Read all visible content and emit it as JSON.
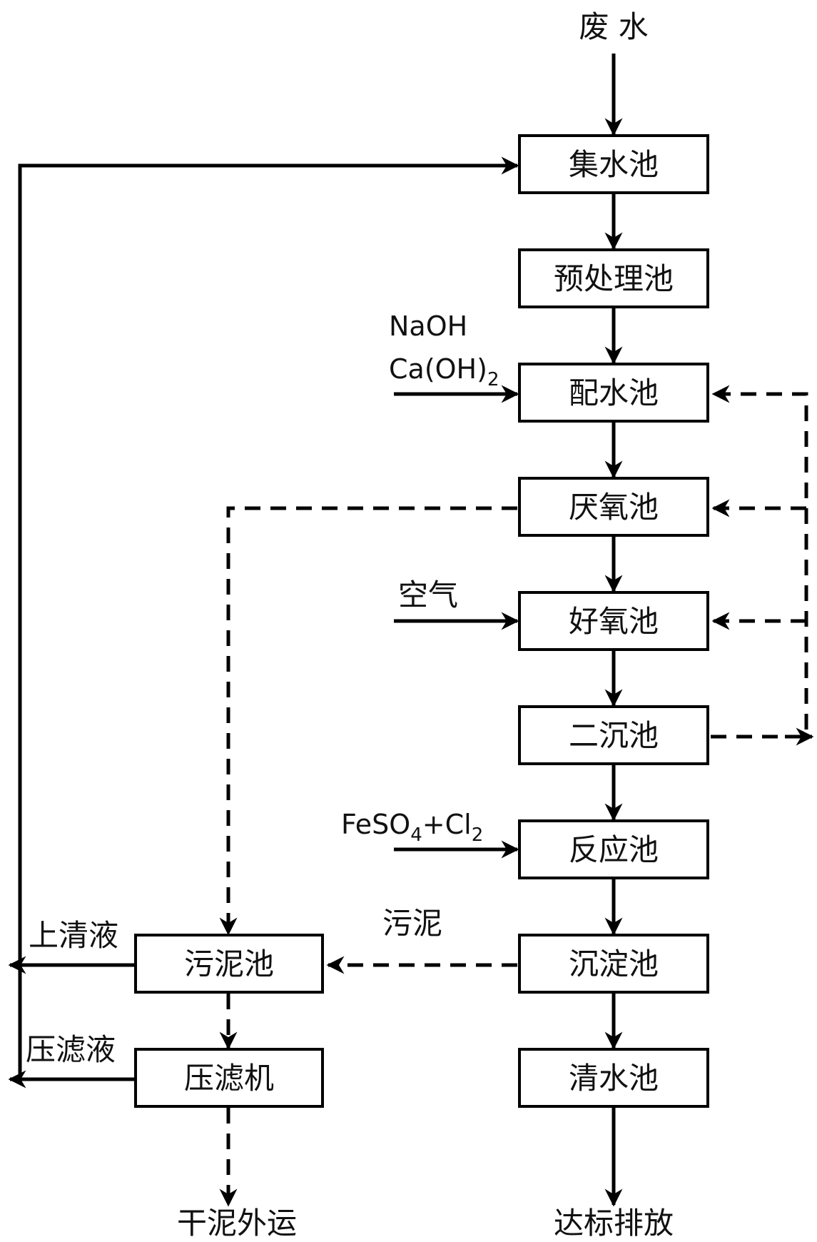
{
  "diagram": {
    "input_label": "废 水",
    "output_label": "达标排放",
    "sludge_output_label": "干泥外运",
    "tanks": {
      "collection": "集水池",
      "pretreatment": "预处理池",
      "mixing": "配水池",
      "anaerobic": "厌氧池",
      "aerobic": "好氧池",
      "secondary_settling": "二沉池",
      "reaction": "反应池",
      "sedimentation": "沉淀池",
      "clear_water": "清水池",
      "sludge": "污泥池",
      "filter_press": "压滤机"
    },
    "reagents": {
      "naoh": "NaOH",
      "caoh2_base": "Ca(OH)",
      "caoh2_sub": "2",
      "air": "空气",
      "feso4_a": "FeSO",
      "feso4_sub": "4",
      "feso4_b": "+Cl",
      "cl_sub": "2"
    },
    "flow_labels": {
      "sludge": "污泥",
      "supernatant": "上清液",
      "filtrate": "压滤液"
    },
    "colors": {
      "line": "#000000",
      "box_fill": "#ffffff"
    }
  }
}
